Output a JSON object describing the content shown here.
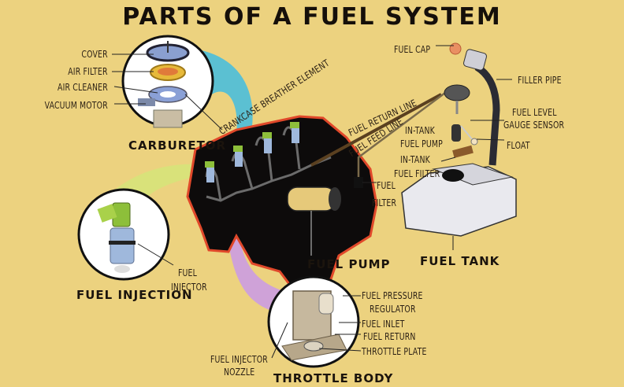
{
  "title": "PARTS OF A FUEL SYSTEM",
  "colors": {
    "background": "#ecd27f",
    "engine": "#0d0b0b",
    "engine_outline": "#e0482a",
    "carburetor_callout": "#5bc0d2",
    "injection_callout": "#d9e27a",
    "throttle_callout": "#cfa2d8",
    "text": "#2a1f14"
  },
  "sections": {
    "carburetor": {
      "title": "CARBURETOR",
      "labels": [
        "COVER",
        "AIR FILTER",
        "AIR CLEANER",
        "VACUUM MOTOR"
      ],
      "crankcase": "CRANKCASE BREATHER ELEMENT"
    },
    "fuel_injection": {
      "title": "FUEL INJECTION",
      "label_line1": "FUEL",
      "label_line2": "INJECTOR"
    },
    "engine": {
      "fuel_return_line": "FUEL RETURN LINE",
      "fuel_feed_line": "FUEL FEED LINE",
      "fuel_pump": "FUEL PUMP",
      "fuel_filter_line1": "FUEL",
      "fuel_filter_line2": "FILTER"
    },
    "tank": {
      "title": "FUEL TANK",
      "fuel_cap": "FUEL CAP",
      "filler_pipe": "FILLER PIPE",
      "gauge_line1": "FUEL LEVEL",
      "gauge_line2": "GAUGE SENSOR",
      "pump_line1": "IN-TANK",
      "pump_line2": "FUEL PUMP",
      "float": "FLOAT",
      "filter_line1": "IN-TANK",
      "filter_line2": "FUEL FILTER"
    },
    "throttle_body": {
      "title": "THROTTLE BODY",
      "regulator_line1": "FUEL PRESSURE",
      "regulator_line2": "REGULATOR",
      "fuel_inlet": "FUEL INLET",
      "fuel_return": "FUEL RETURN",
      "throttle_plate": "THROTTLE PLATE",
      "nozzle_line1": "FUEL INJECTOR",
      "nozzle_line2": "NOZZLE"
    }
  }
}
